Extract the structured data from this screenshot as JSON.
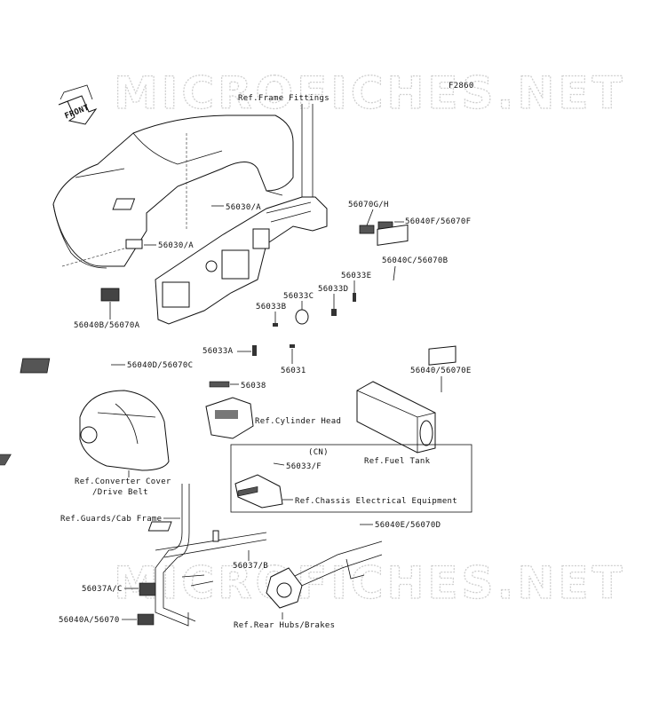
{
  "watermark": "MICROFICHES.NET",
  "figure_code": "F2860",
  "front_arrow": "FRONT",
  "labels": {
    "frame_fittings": "Ref.Frame Fittings",
    "l56030a_1": "56030/A",
    "l56030a_2": "56030/A",
    "l56070gh": "56070G/H",
    "l56040f": "56040F/56070F",
    "l56040b": "56040B/56070A",
    "l56040c": "56040C/56070B",
    "l56033e": "56033E",
    "l56033d": "56033D",
    "l56033c": "56033C",
    "l56033b": "56033B",
    "l56033a": "56033A",
    "l56031": "56031",
    "l56040d": "56040D/56070C",
    "l56038": "56038",
    "cyl_head": "Ref.Cylinder Head",
    "l56040e_top": "56040/56070E",
    "fuel_tank": "Ref.Fuel Tank",
    "conv_cover_1": "Ref.Converter Cover",
    "conv_cover_2": "/Drive Belt",
    "cn": "(CN)",
    "l56033f": "56033/F",
    "chassis_elec": "Ref.Chassis Electrical Equipment",
    "guards": "Ref.Guards/Cab Frame",
    "l56040e_bot": "56040E/56070D",
    "l56037b": "56037/B",
    "l56037ac": "56037A/C",
    "l56040a": "56040A/56070",
    "rear_hubs": "Ref.Rear Hubs/Brakes"
  }
}
